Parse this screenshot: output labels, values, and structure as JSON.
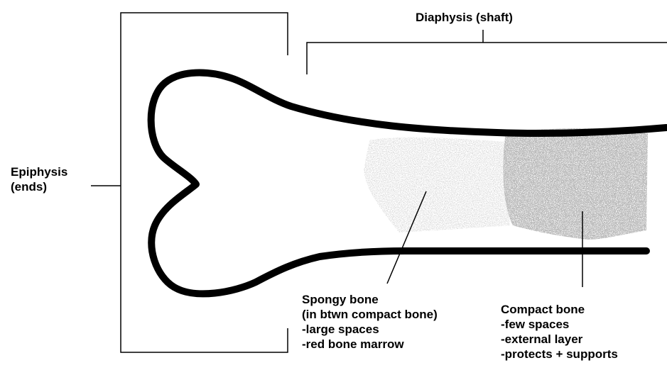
{
  "labels": {
    "diaphysis": "Diaphysis (shaft)",
    "epiphysis": [
      "Epiphysis",
      "(ends)"
    ],
    "spongy": [
      "Spongy bone",
      "(in btwn compact bone)",
      "-large spaces",
      "-red bone marrow"
    ],
    "compact": [
      "Compact bone",
      "-few spaces",
      "-external layer",
      "-protects + supports"
    ]
  },
  "colors": {
    "outline": "#000000",
    "spongy_fill": "#bdbdbd",
    "compact_fill": "#8a8a8a",
    "background": "#ffffff"
  }
}
